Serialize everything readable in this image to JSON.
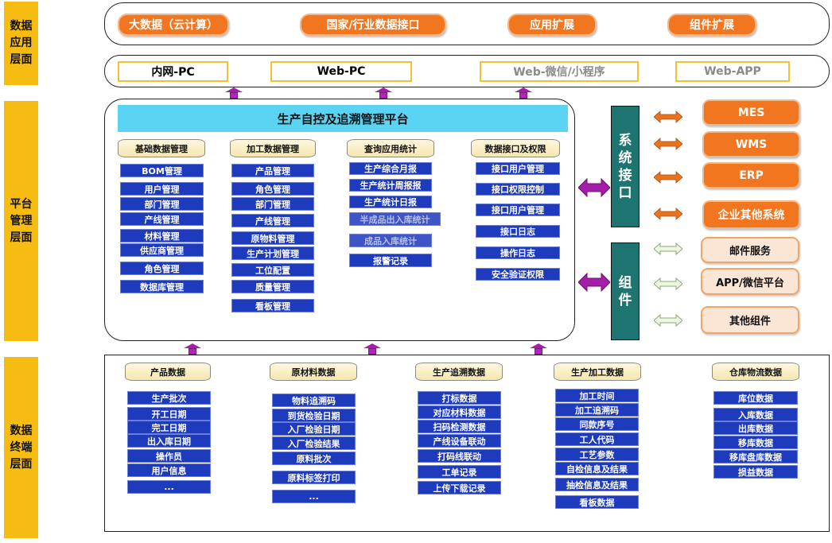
{
  "layers": {
    "data_app": "数据应用层面",
    "platform": "平台管理层面",
    "data_terminal": "数据终端层面"
  },
  "app_pills": [
    "大数据（云计算）",
    "国家/行业数据接口",
    "应用扩展",
    "组件扩展"
  ],
  "clients": [
    "内网-PC",
    "Web-PC",
    "Web-微信/小程序",
    "Web-APP"
  ],
  "platform": {
    "title": "生产自控及追溯管理平台",
    "modules": [
      {
        "title": "基础数据管理",
        "items": [
          "BOM管理",
          "用户管理",
          "部门管理",
          "产线管理",
          "材料管理",
          "供应商管理",
          "角色管理",
          "数据库管理"
        ]
      },
      {
        "title": "加工数据管理",
        "items": [
          "产品管理",
          "角色管理",
          "部门管理",
          "产线管理",
          "原物料管理",
          "生产计划管理",
          "工位配置",
          "质量管理",
          "看板管理"
        ]
      },
      {
        "title": "查询应用统计",
        "items": [
          "生产综合月报",
          "生产统计周报报",
          "生产统计日报",
          "半成品出入库统计",
          "成品入库统计",
          "报警记录"
        ]
      },
      {
        "title": "数据接口及权限",
        "items": [
          "接口用户管理",
          "接口权限控制",
          "接口用户管理",
          "接口日志",
          "操作日志",
          "安全验证权限"
        ]
      }
    ]
  },
  "system_interface": "系统接口",
  "component": "组件",
  "external_systems": [
    "MES",
    "WMS",
    "ERP",
    "企业其他系统"
  ],
  "external_components": [
    "邮件服务",
    "APP/微信平台",
    "其他组件"
  ],
  "data_sources": [
    {
      "title": "产品数据",
      "items": [
        "生产批次",
        "开工日期",
        "完工日期",
        "出入库日期",
        "操作员",
        "用户信息",
        "..."
      ]
    },
    {
      "title": "原材料数据",
      "items": [
        "物料追溯码",
        "到货检验日期",
        "入厂检验日期",
        "入厂检验结果",
        "原料批次",
        "原料标签打印",
        "..."
      ]
    },
    {
      "title": "生产追溯数据",
      "items": [
        "打标数据",
        "对应材料数据",
        "扫码检测数据",
        "产线设备联动",
        "打码线联动",
        "工单记录",
        "上传下载记录"
      ]
    },
    {
      "title": "生产加工数据",
      "items": [
        "加工时间",
        "加工追溯码",
        "同款序号",
        "工人代码",
        "工艺参数",
        "自检信息及结果",
        "抽检信息及结果",
        "看板数据"
      ]
    },
    {
      "title": "仓库物流数据",
      "items": [
        "库位数据",
        "入库数据",
        "出库数据",
        "移库数据",
        "移库盘库数据",
        "损益数据"
      ]
    }
  ],
  "colors": {
    "layer_label": "#f7bc11",
    "orange": "#f1761f",
    "blue_item": "#1f3bbd",
    "platform_title": "#5bd3f2",
    "teal": "#1e7470",
    "purple_arrow": "#a41fa8"
  }
}
